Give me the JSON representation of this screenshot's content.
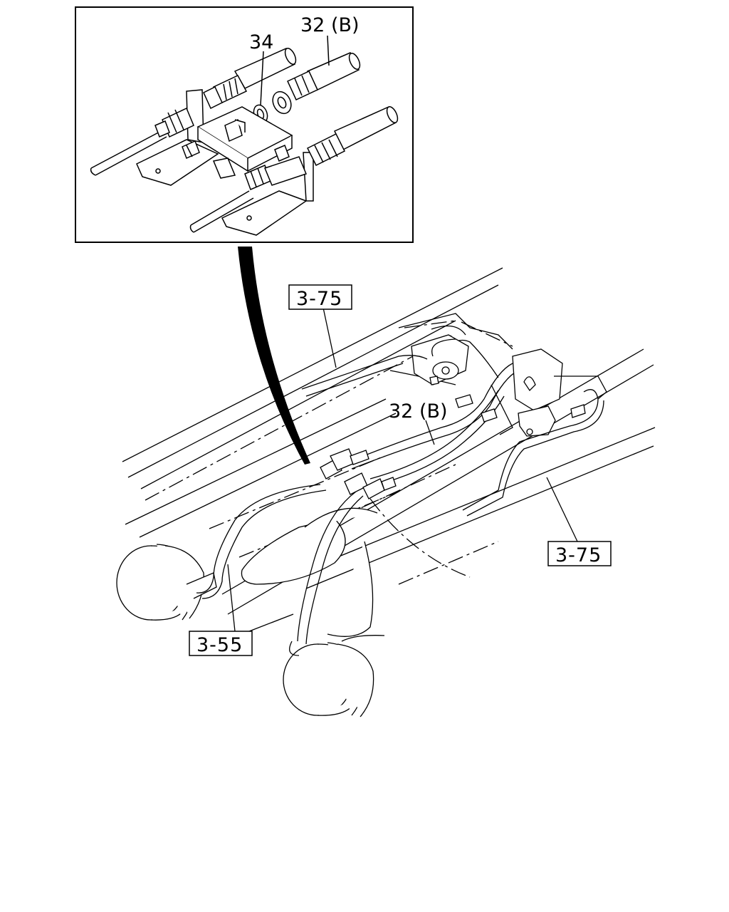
{
  "callouts": {
    "part_34": "34",
    "part_32b_detail": "32 (B)",
    "part_32b_main": "32 (B)"
  },
  "refs": {
    "ref_top": "3-75",
    "ref_right": "3-75",
    "ref_bottom": "3-55"
  },
  "colors": {
    "line": "#000000",
    "background": "#ffffff"
  }
}
